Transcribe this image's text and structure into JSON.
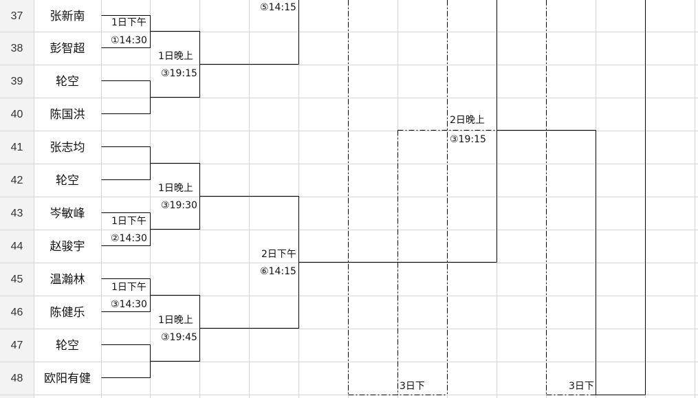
{
  "rows": [
    {
      "num": "37",
      "name": "张新南"
    },
    {
      "num": "38",
      "name": "彭智超"
    },
    {
      "num": "39",
      "name": "轮空"
    },
    {
      "num": "40",
      "name": "陈国洪"
    },
    {
      "num": "41",
      "name": "张志均"
    },
    {
      "num": "42",
      "name": "轮空"
    },
    {
      "num": "43",
      "name": "岑敏峰"
    },
    {
      "num": "44",
      "name": "赵骏宇"
    },
    {
      "num": "45",
      "name": "温瀚林"
    },
    {
      "num": "46",
      "name": "陈健乐"
    },
    {
      "num": "47",
      "name": "轮空"
    },
    {
      "num": "48",
      "name": "欧阳有健"
    }
  ],
  "matches": {
    "top_partial_time": "⑤14:15",
    "m1_day": "1日下午",
    "m1_time": "①14:30",
    "m2_day": "1日晚上",
    "m2_time": "③19:15",
    "m3_day": "1日晚上",
    "m3_time": "③19:30",
    "m4_day": "1日下午",
    "m4_time": "②14:30",
    "m5_day": "2日下午",
    "m5_time": "⑥14:15",
    "m6_day": "1日下午",
    "m6_time": "③14:30",
    "m7_day": "1日晚上",
    "m7_time": "③19:45",
    "m8_day": "2日晚上",
    "m8_time": "③19:15",
    "m9_day": "3日下",
    "m10_day": "3日下"
  }
}
